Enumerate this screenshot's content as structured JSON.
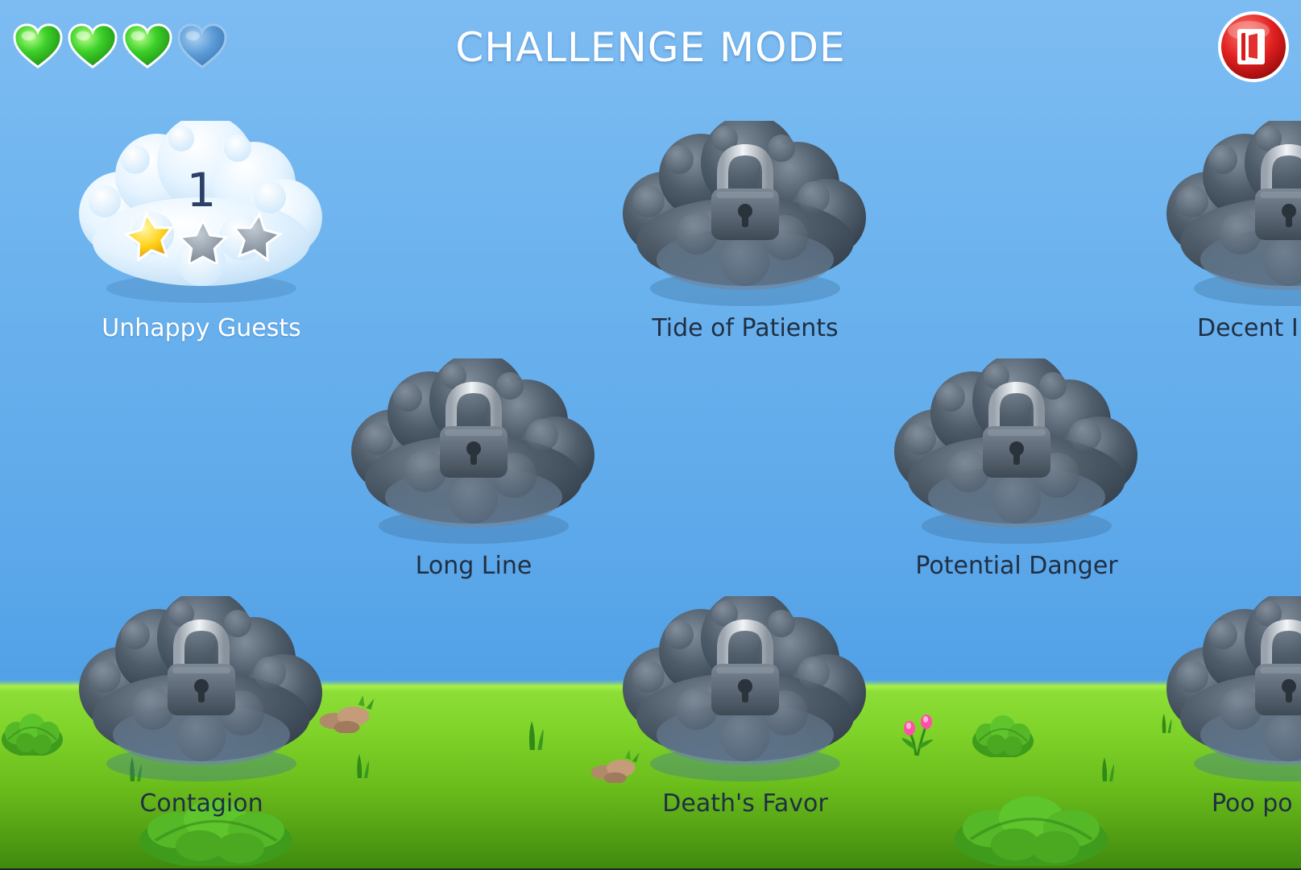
{
  "header": {
    "title": "CHALLENGE MODE",
    "lives": [
      {
        "state": "full",
        "color": "#3dd12a"
      },
      {
        "state": "full",
        "color": "#3dd12a"
      },
      {
        "state": "full",
        "color": "#3dd12a"
      },
      {
        "state": "empty",
        "color": "#5a9ad6"
      }
    ],
    "exit_button_icon": "exit-door-icon",
    "exit_button_color": "#e02020"
  },
  "levels": [
    {
      "id": "unhappy-guests",
      "name": "Unhappy Guests",
      "locked": false,
      "number": "1",
      "stars_earned": 1,
      "stars_total": 3
    },
    {
      "id": "tide-of-patients",
      "name": "Tide of Patients",
      "locked": true
    },
    {
      "id": "decent",
      "name": "Decent I",
      "locked": true
    },
    {
      "id": "long-line",
      "name": "Long Line",
      "locked": true
    },
    {
      "id": "potential-danger",
      "name": "Potential Danger",
      "locked": true
    },
    {
      "id": "contagion",
      "name": "Contagion",
      "locked": true
    },
    {
      "id": "deaths-favor",
      "name": "Death's Favor",
      "locked": true
    },
    {
      "id": "poo",
      "name": "Poo po",
      "locked": true
    }
  ],
  "icons": {
    "locked": "padlock-icon",
    "star_earned": "gold-star-icon",
    "star_empty": "grey-star-icon"
  },
  "colors": {
    "sky_top": "#7dbcf2",
    "sky_bottom": "#4a9be4",
    "grass": "#7fd329",
    "star_gold": "#ffd21a",
    "star_grey": "#8e9aa6",
    "locked_cloud": "#4b5866",
    "unlocked_cloud": "#eaf6ff"
  }
}
